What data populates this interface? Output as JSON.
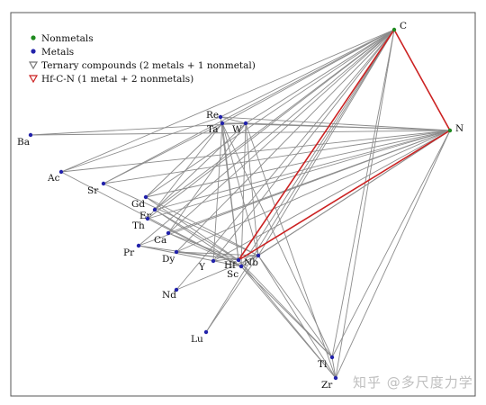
{
  "legend": {
    "items": [
      {
        "label": "Nonmetals",
        "marker": "dot",
        "color": "#1f8a1f"
      },
      {
        "label": "Metals",
        "marker": "dot",
        "color": "#2222aa"
      },
      {
        "label": "Ternary compounds (2 metals + 1 nonmetal)",
        "marker": "triangle",
        "color": "#777777"
      },
      {
        "label": "Hf-C-N (1 metal + 2 nonmetals)",
        "marker": "triangle",
        "color": "#cc2222"
      }
    ]
  },
  "colors": {
    "nonmetal": "#1f8a1f",
    "metal": "#2222aa",
    "edge": "#8c8c8c",
    "highlight": "#cc2222",
    "frame": "#555555"
  },
  "nodes": {
    "nonmetals": [
      "C",
      "N"
    ],
    "metals": [
      "Re",
      "Ta",
      "W",
      "Ba",
      "Ac",
      "Sr",
      "Gd",
      "Er",
      "Th",
      "Ca",
      "Pr",
      "Dy",
      "Y",
      "Hf",
      "Nb",
      "Sc",
      "Nd",
      "Lu",
      "Ti",
      "Zr"
    ]
  },
  "watermark": "知乎 @多尺度力学"
}
